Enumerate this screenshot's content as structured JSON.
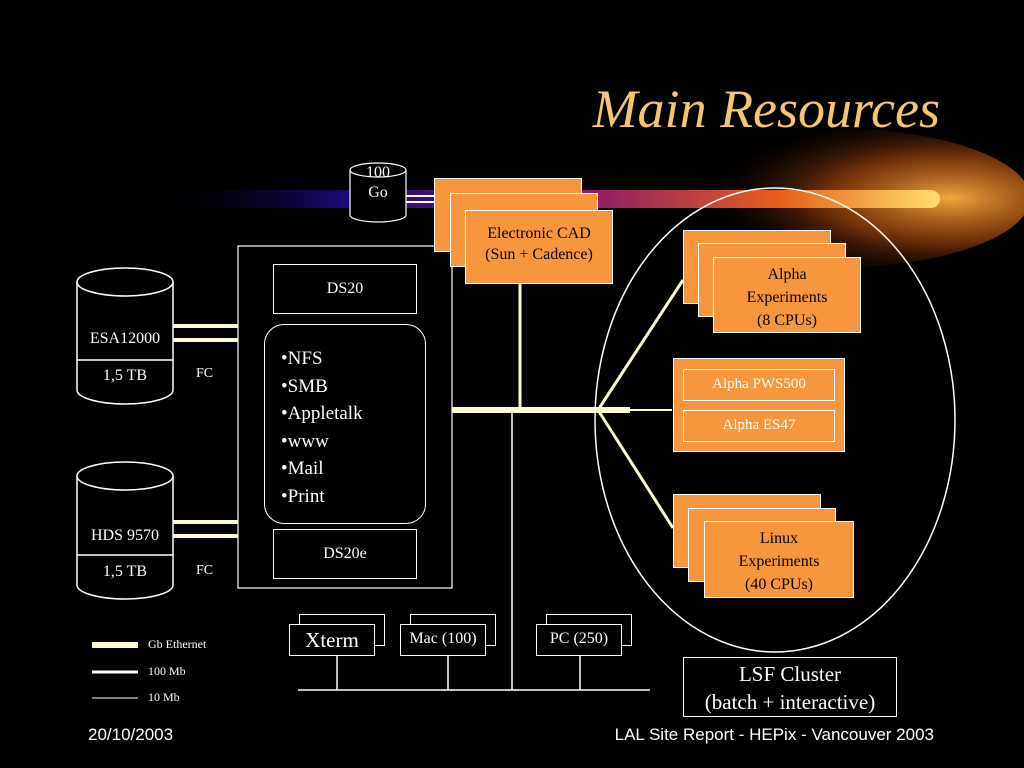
{
  "slide": {
    "title": "Main Resources",
    "footer_date": "20/10/2003",
    "footer_report": "LAL Site Report - HEPix - Vancouver 2003"
  },
  "storage": {
    "small_disk": {
      "line1": "100",
      "line2": "Go"
    },
    "esa": {
      "name": "ESA12000",
      "capacity": "1,5 TB",
      "link": "FC"
    },
    "hds": {
      "name": "HDS 9570",
      "capacity": "1,5 TB",
      "link": "FC"
    }
  },
  "server": {
    "ds20": "DS20",
    "ds20e": "DS20e",
    "services": [
      "•NFS",
      "•SMB",
      "•Appletalk",
      "•www",
      "•Mail",
      "•Print"
    ]
  },
  "cad": {
    "line1": "Electronic CAD",
    "line2": "(Sun + Cadence)"
  },
  "cluster": {
    "alpha_exp": {
      "line1": "Alpha",
      "line2": "Experiments",
      "line3": "(8 CPUs)"
    },
    "alpha_pws": "Alpha PWS500",
    "alpha_es47": "Alpha ES47",
    "linux_exp": {
      "line1": "Linux",
      "line2": "Experiments",
      "line3": "(40 CPUs)"
    },
    "lsf_line1": "LSF Cluster",
    "lsf_line2": "(batch + interactive)"
  },
  "clients": {
    "xterm": "Xterm",
    "mac": "Mac (100)",
    "pc": "PC (250)"
  },
  "legend": [
    {
      "label": "Gb Ethernet"
    },
    {
      "label": "100 Mb"
    },
    {
      "label": "10 Mb"
    }
  ],
  "colors": {
    "title": "#f5c66e",
    "box_fill": "#f7963c",
    "line": "#fffbd0",
    "background": "#000000"
  }
}
